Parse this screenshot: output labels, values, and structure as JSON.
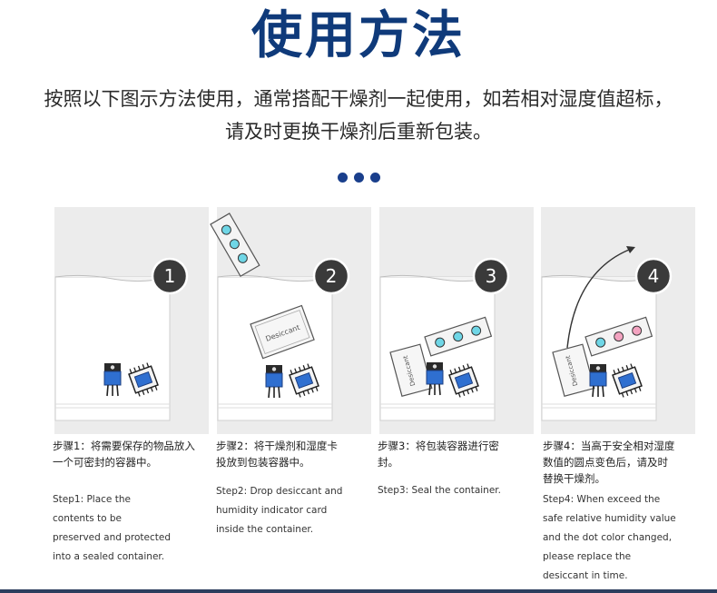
{
  "header": {
    "title": "使用方法",
    "intro_line1": "按照以下图示方法使用，通常搭配干燥剂一起使用，如若相对湿度值超标，",
    "intro_line2": "请及时更换干燥剂后重新包装。"
  },
  "desiccant_label": "Desiccant",
  "steps": [
    {
      "number": "1",
      "cn": "步骤1：将需要保存的物品放入一个可密封的容器中。",
      "en": "Step1: Place the contents to be preserved and protected into a sealed container."
    },
    {
      "number": "2",
      "cn": "步骤2：将干燥剂和湿度卡投放到包装容器中。",
      "en": "Step2: Drop desiccant and humidity indicator card inside the container."
    },
    {
      "number": "3",
      "cn": "步骤3：将包装容器进行密封。",
      "en": "Step3: Seal the container."
    },
    {
      "number": "4",
      "cn": "步骤4：当高于安全相对湿度数值的圆点变色后，请及时替换干燥剂。",
      "en": "Step4: When exceed the safe relative humidity value and the dot color changed, please replace the desiccant in time."
    }
  ],
  "colors": {
    "title": "#0f3a7a",
    "dots": "#1a3f8c",
    "chip_blue": "#2f6fd0",
    "indicator_blue": "#6fd6e6",
    "indicator_pink": "#f3a3c0",
    "badge": "#3a3a3a"
  }
}
